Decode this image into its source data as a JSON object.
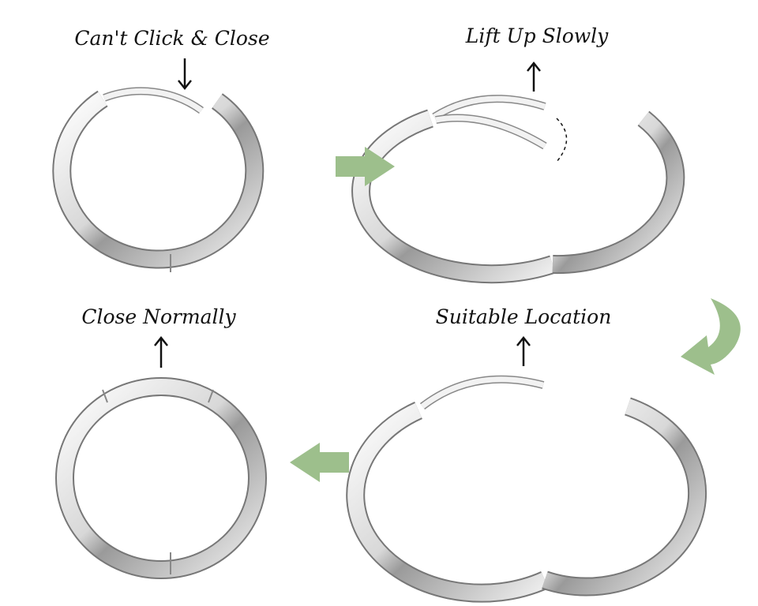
{
  "steps": [
    {
      "label": "Can't Click & Close",
      "pointer": "down"
    },
    {
      "label": "Lift Up Slowly",
      "pointer": "up"
    },
    {
      "label": "Suitable Location",
      "pointer": "up"
    },
    {
      "label": "Close Normally",
      "pointer": "up"
    }
  ],
  "colors": {
    "arrow": "#9dbf8c",
    "metal_light": "#f4f4f4",
    "metal_dark": "#6a6a6a",
    "text": "#111111"
  },
  "flow_arrows": [
    "right-arrow-icon",
    "curved-down-left-arrow-icon",
    "left-arrow-icon"
  ]
}
